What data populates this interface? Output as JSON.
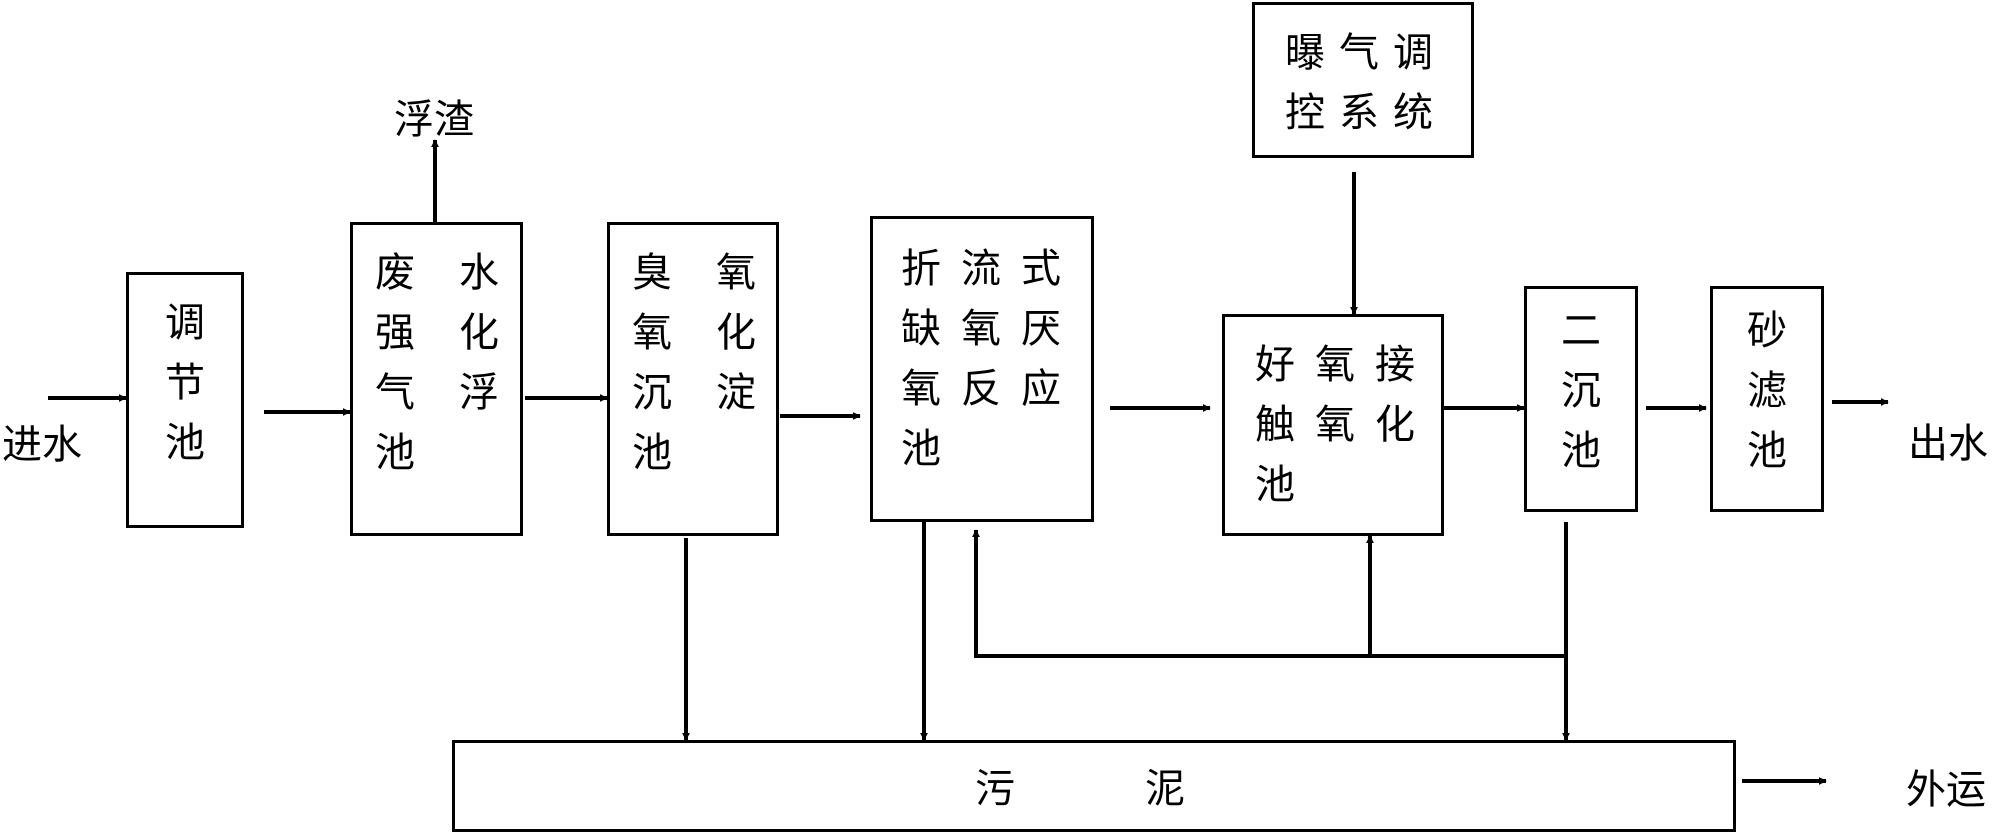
{
  "labels": {
    "inlet": "进水",
    "outlet": "出水",
    "scum": "浮渣",
    "haul_away": "外运"
  },
  "boxes": {
    "equalization_tank": [
      "调",
      "节",
      "池"
    ],
    "flotation_tank": [
      "废",
      "水",
      "强",
      "化",
      "气",
      "浮",
      "池"
    ],
    "ozone_tank": [
      "臭",
      "氧",
      "氧",
      "化",
      "沉",
      "淀",
      "池"
    ],
    "baffled_tank": [
      "折",
      "流",
      "式",
      "缺",
      "氧",
      "厌",
      "氧",
      "反",
      "应",
      "池"
    ],
    "aerobic_tank": [
      "好",
      "氧",
      "接",
      "触",
      "氧",
      "化",
      "池"
    ],
    "secondary_clarifier": [
      "二",
      "沉",
      "池"
    ],
    "sand_filter": [
      "砂",
      "滤",
      "池"
    ],
    "aeration_control": [
      "曝",
      "气",
      "调",
      "控",
      "系",
      "统"
    ],
    "sludge": [
      "污",
      "泥"
    ]
  }
}
